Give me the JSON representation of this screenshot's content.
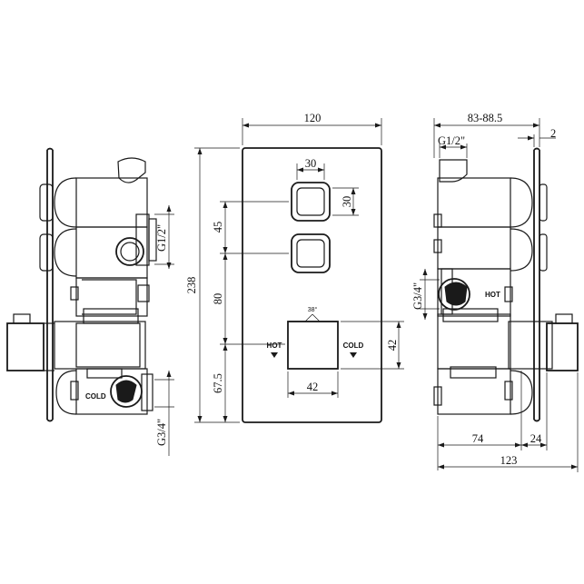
{
  "front_view": {
    "width": "120",
    "height": "238",
    "button_size_w": "30",
    "button_size_h": "30",
    "gap_top": "45",
    "gap_mid": "80",
    "gap_bottom": "67.5",
    "knob_height": "42",
    "knob_width": "42",
    "angle_label": "38°",
    "hot_label": "HOT",
    "cold_label": "COLD"
  },
  "left_view": {
    "inlet_label": "G1/2\"",
    "outlet_label": "G3/4\"",
    "cold_label": "COLD"
  },
  "right_view": {
    "depth_label": "83-88.5",
    "plate_label": "2",
    "inlet_label": "G1/2\"",
    "outlet_label": "G3/4\"",
    "hot_label": "HOT",
    "body_depth": "74",
    "handle_depth": "24",
    "total_depth": "123"
  }
}
